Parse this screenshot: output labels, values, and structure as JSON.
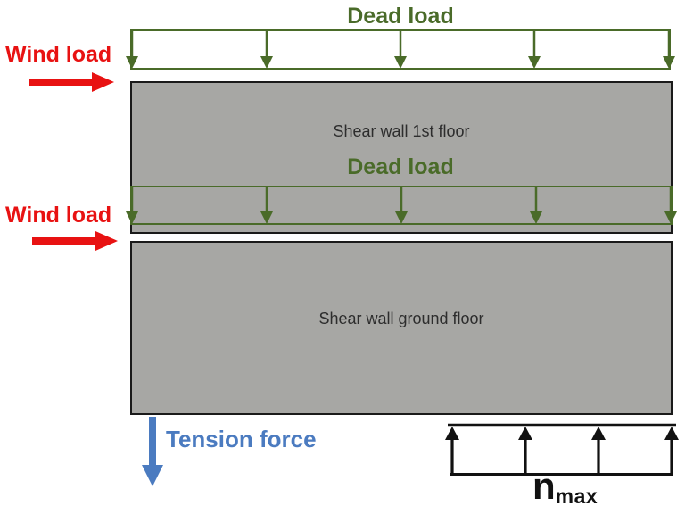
{
  "colors": {
    "green": "#4a6b29",
    "red": "#e81212",
    "blue": "#4b7bc0",
    "wall_fill": "#a7a7a4",
    "wall_border": "#1a1a1a",
    "label_text": "#2d2d2d",
    "black": "#111111"
  },
  "labels": {
    "dead_load_top": "Dead load",
    "dead_load_mid": "Dead load",
    "wind_load_upper": "Wind load",
    "wind_load_lower": "Wind load",
    "wall_first_floor": "Shear wall 1st floor",
    "wall_ground_floor": "Shear wall ground floor",
    "tension_force": "Tension force",
    "reaction_symbol": "n",
    "reaction_subscript": "max"
  }
}
